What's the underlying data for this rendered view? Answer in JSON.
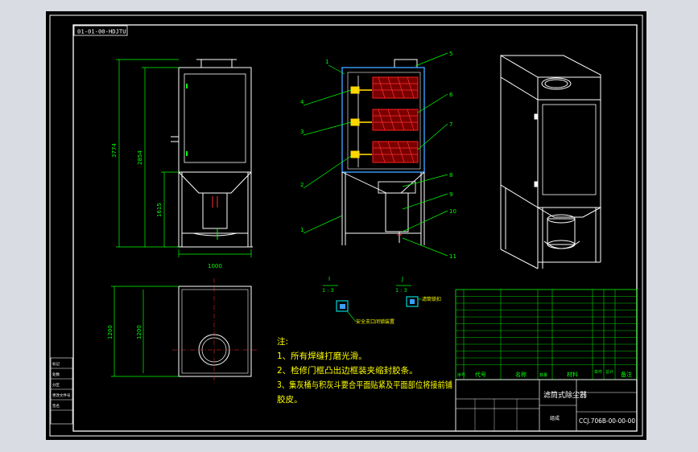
{
  "drawing": {
    "code_box": "01-01-00-HDJTU",
    "views": {
      "front_dims": {
        "overall_height": "3774",
        "body_height": "2854",
        "lower_height": "1615",
        "width": "1000"
      },
      "top_dims": {
        "depth_outer": "1200",
        "depth_inner": "1200"
      },
      "section_labels": [
        "1",
        "2",
        "3",
        "4",
        "5",
        "6",
        "7",
        "8",
        "9",
        "10",
        "11"
      ],
      "detail_marks": [
        {
          "id": "I",
          "scale": "1 : 3"
        },
        {
          "id": "J",
          "scale": "1 : 3"
        }
      ],
      "detail_captions": [
        "安全支口闭锁装置",
        "滤筒锁扣"
      ]
    },
    "notes": {
      "heading": "注:",
      "lines": [
        "1、所有焊缝打磨光滑。",
        "2、检修门框凸出边框装夹缩封胶条。",
        "3、集灰桶与积灰斗要合平面贴紧及平面部位将接前铺",
        "胶皮。"
      ]
    },
    "title_block": {
      "product_name": "滤筒式除尘器",
      "drawing_number": "CCJ.706B-00-00-00",
      "assembly_label": "组成",
      "bom_headers": [
        "序号",
        "代号",
        "名称",
        "数量",
        "材料",
        "单件",
        "总计",
        "备注"
      ],
      "colors": {
        "background": "#000000",
        "frame": "#ffffff",
        "outline": "#ffffff",
        "dimension": "#00ff00",
        "labels": "#00ff00",
        "filter_hatch": "#ff2020",
        "valves": "#ffd700",
        "frame_blue": "#3aa0ff",
        "notes": "#ffff00",
        "cyan": "#00ffff",
        "leaders": "#00ff00"
      }
    },
    "left_panel_labels": [
      "标记",
      "处数",
      "分区",
      "更改文件号",
      "签名"
    ]
  }
}
